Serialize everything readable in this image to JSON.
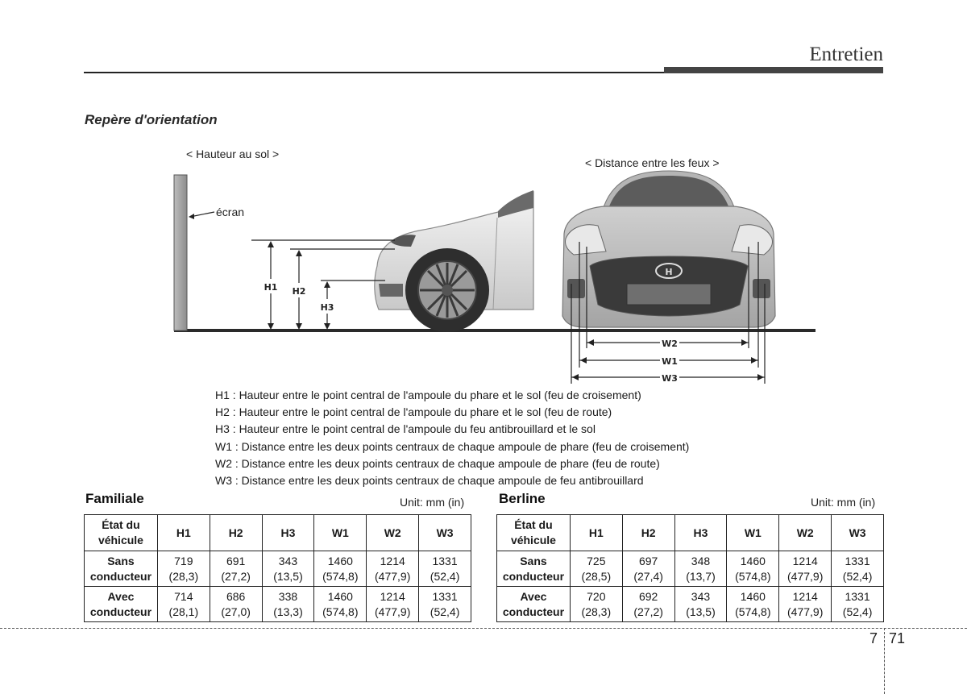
{
  "header": {
    "title": "Entretien"
  },
  "section": {
    "title": "Repère d'orientation"
  },
  "figure": {
    "height_caption": "< Hauteur au sol >",
    "screen_label": "écran",
    "distance_caption": "< Distance entre les feux >",
    "dim_labels": {
      "h1": "H1",
      "h2": "H2",
      "h3": "H3",
      "w1": "W1",
      "w2": "W2",
      "w3": "W3"
    }
  },
  "definitions": [
    "H1 : Hauteur entre le point central de l'ampoule du phare et le sol (feu de croisement)",
    "H2 : Hauteur entre le point central de l'ampoule du phare et le sol (feu de route)",
    "H3 : Hauteur entre le point central de l'ampoule du feu antibrouillard et le sol",
    "W1 : Distance entre les deux points centraux de chaque ampoule de phare (feu de croisement)",
    "W2 : Distance entre les deux points centraux de chaque ampoule de phare (feu de route)",
    "W3 : Distance entre les deux points centraux de chaque ampoule de feu antibrouillard"
  ],
  "tables": {
    "familiale": {
      "title": "Familiale",
      "unit": "Unit: mm (in)",
      "headers": {
        "state_l1": "État du",
        "state_l2": "véhicule",
        "h1": "H1",
        "h2": "H2",
        "h3": "H3",
        "w1": "W1",
        "w2": "W2",
        "w3": "W3"
      },
      "rows": [
        {
          "label_l1": "Sans",
          "label_l2": "conducteur",
          "values": [
            [
              "719",
              "(28,3)"
            ],
            [
              "691",
              "(27,2)"
            ],
            [
              "343",
              "(13,5)"
            ],
            [
              "1460",
              "(574,8)"
            ],
            [
              "1214",
              "(477,9)"
            ],
            [
              "1331",
              "(52,4)"
            ]
          ]
        },
        {
          "label_l1": "Avec",
          "label_l2": "conducteur",
          "values": [
            [
              "714",
              "(28,1)"
            ],
            [
              "686",
              "(27,0)"
            ],
            [
              "338",
              "(13,3)"
            ],
            [
              "1460",
              "(574,8)"
            ],
            [
              "1214",
              "(477,9)"
            ],
            [
              "1331",
              "(52,4)"
            ]
          ]
        }
      ]
    },
    "berline": {
      "title": "Berline",
      "unit": "Unit: mm (in)",
      "headers": {
        "state_l1": "État du",
        "state_l2": "véhicule",
        "h1": "H1",
        "h2": "H2",
        "h3": "H3",
        "w1": "W1",
        "w2": "W2",
        "w3": "W3"
      },
      "rows": [
        {
          "label_l1": "Sans",
          "label_l2": "conducteur",
          "values": [
            [
              "725",
              "(28,5)"
            ],
            [
              "697",
              "(27,4)"
            ],
            [
              "348",
              "(13,7)"
            ],
            [
              "1460",
              "(574,8)"
            ],
            [
              "1214",
              "(477,9)"
            ],
            [
              "1331",
              "(52,4)"
            ]
          ]
        },
        {
          "label_l1": "Avec",
          "label_l2": "conducteur",
          "values": [
            [
              "720",
              "(28,3)"
            ],
            [
              "692",
              "(27,2)"
            ],
            [
              "343",
              "(13,5)"
            ],
            [
              "1460",
              "(574,8)"
            ],
            [
              "1214",
              "(477,9)"
            ],
            [
              "1331",
              "(52,4)"
            ]
          ]
        }
      ]
    }
  },
  "footer": {
    "chapter": "7",
    "page": "71"
  }
}
